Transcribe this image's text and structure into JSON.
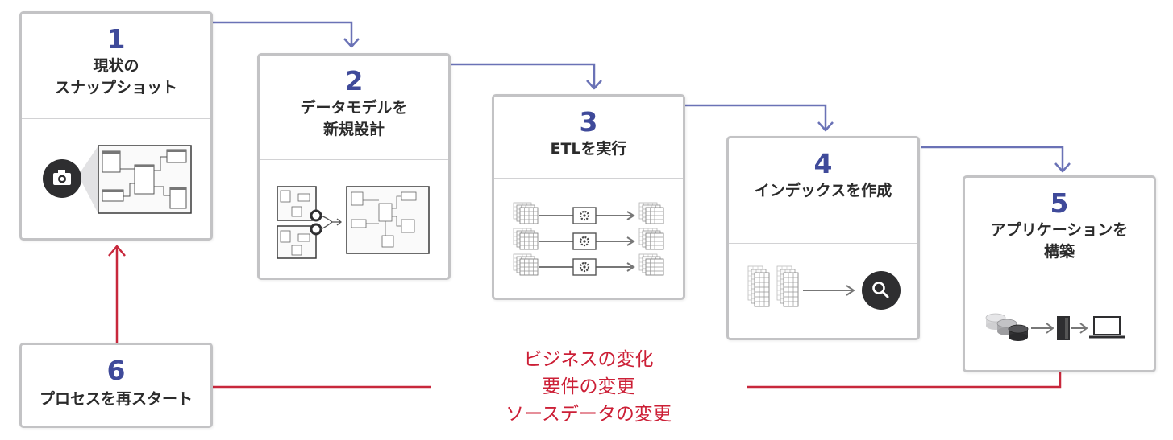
{
  "steps": [
    {
      "number": "1",
      "title": "現状の\nスナップショット",
      "icon": "camera-icon"
    },
    {
      "number": "2",
      "title": "データモデルを\n新規設計",
      "icon": "data-model-icon"
    },
    {
      "number": "3",
      "title": "ETLを実行",
      "icon": "etl-icon"
    },
    {
      "number": "4",
      "title": "インデックスを作成",
      "icon": "search-icon"
    },
    {
      "number": "5",
      "title": "アプリケーションを\n構築",
      "icon": "application-icon"
    },
    {
      "number": "6",
      "title": "プロセスを再スタート"
    }
  ],
  "restart_reasons": [
    "ビジネスの変化",
    "要件の変更",
    "ソースデータの変更"
  ],
  "colors": {
    "step_number": "#3f4a9a",
    "flow_arrow": "#6a72b6",
    "restart_arrow": "#c8283c",
    "reason_text": "#cc1f36",
    "card_border": "#c3c3c5"
  }
}
